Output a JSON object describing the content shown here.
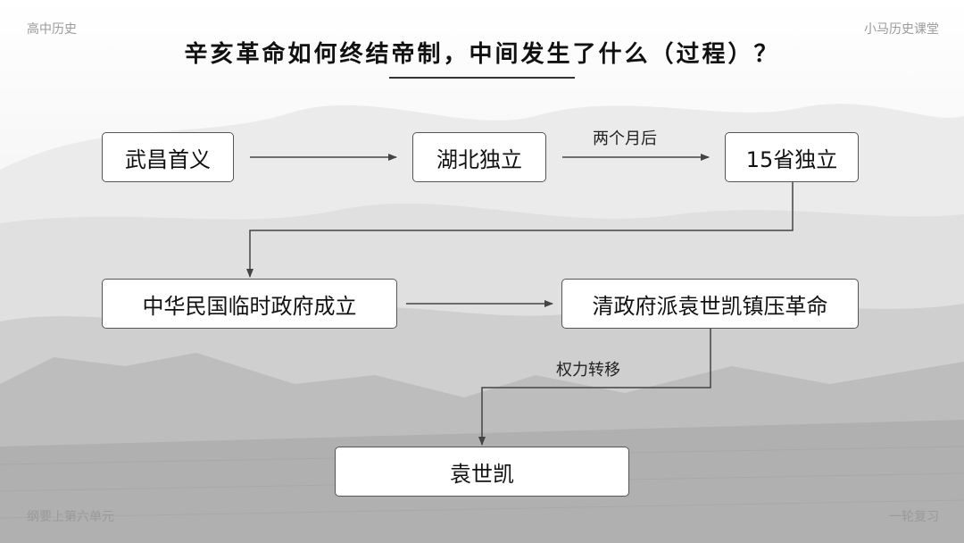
{
  "corners": {
    "top_left": "高中历史",
    "top_right": "小马历史课堂",
    "bottom_left": "纲要上第六单元",
    "bottom_right": "一轮复习"
  },
  "title": "辛亥革命如何终结帝制，中间发生了什么（过程）？",
  "nodes": {
    "wuchang": "武昌首义",
    "hubei": "湖北独立",
    "provinces15": "15省独立",
    "roc_gov": "中华民国临时政府成立",
    "qing_yuan": "清政府派袁世凯镇压革命",
    "yuan": "袁世凯"
  },
  "edge_labels": {
    "two_months": "两个月后",
    "power_transfer": "权力转移"
  }
}
